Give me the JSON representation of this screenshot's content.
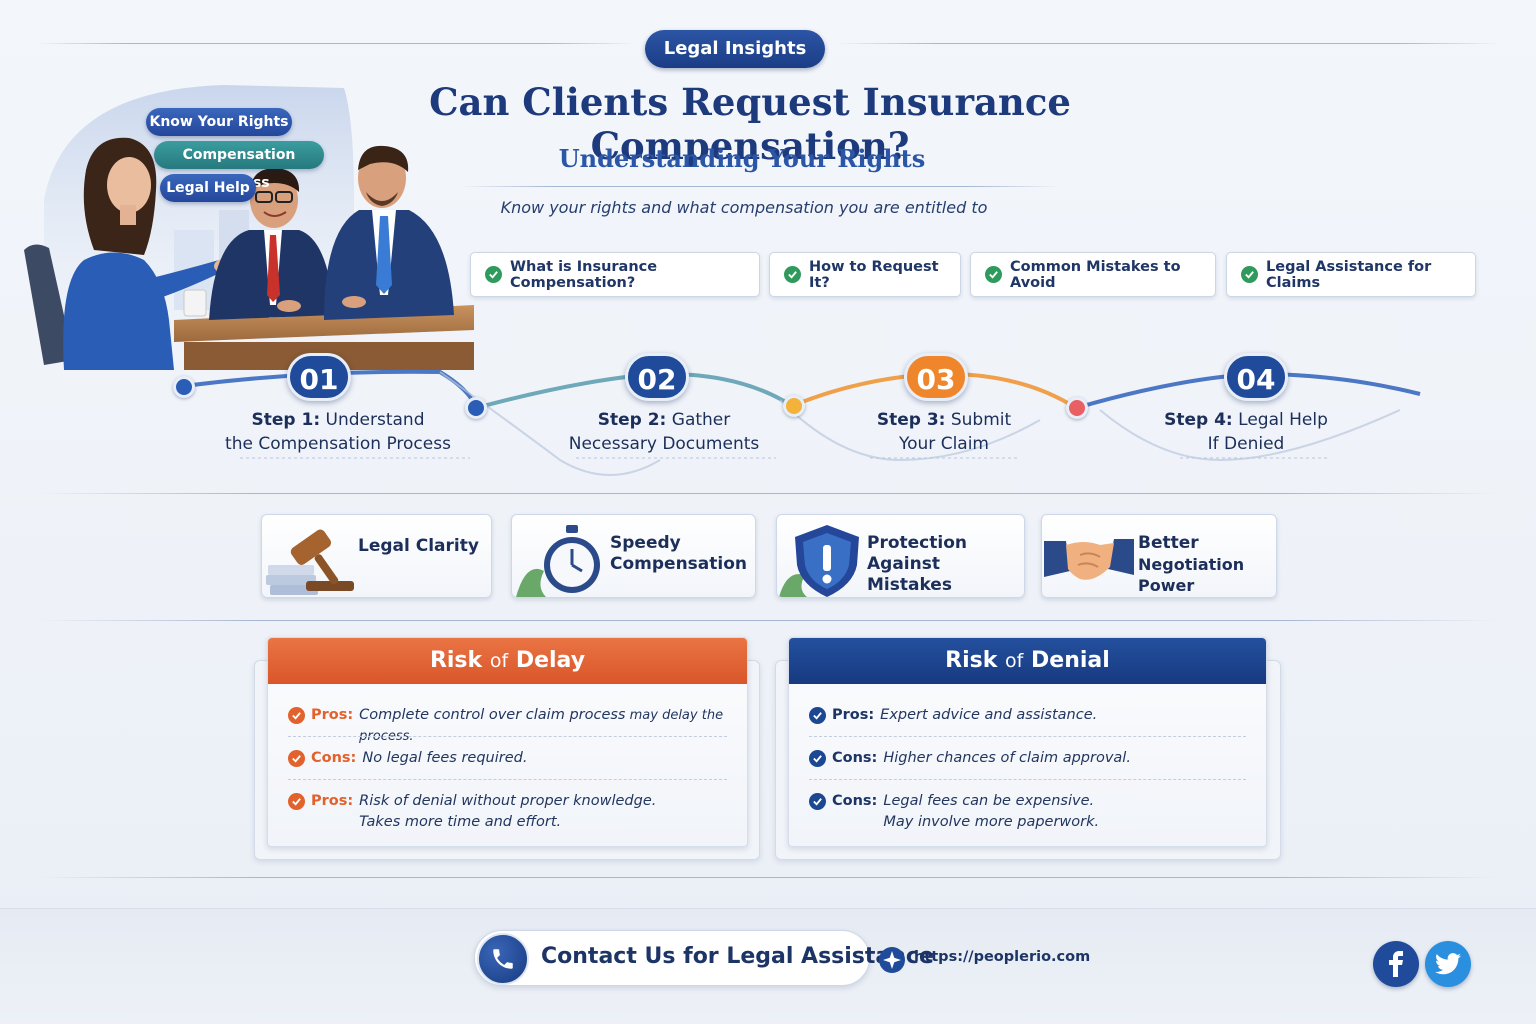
{
  "header": {
    "badge": "Legal Insights",
    "title": "Can Clients Request Insurance Compensation?",
    "subtitle": "Understanding Your Rights",
    "tagline": "Know your rights and what compensation you are entitled to"
  },
  "illustration": {
    "tags": [
      "Know Your Rights",
      "Compensation Process",
      "Legal Help"
    ]
  },
  "topics": [
    "What is Insurance Compensation?",
    "How to Request It?",
    "Common Mistakes to Avoid",
    "Legal Assistance for Claims"
  ],
  "steps": [
    {
      "num": "01",
      "label": "Step 1:",
      "line1": "Understand",
      "line2": "the Compensation Process",
      "color": "#1f4b9a"
    },
    {
      "num": "02",
      "label": "Step 2:",
      "line1": "Gather",
      "line2": "Necessary Documents",
      "color": "#1f4b9a"
    },
    {
      "num": "03",
      "label": "Step 3:",
      "line1": "Submit",
      "line2": "Your Claim",
      "color": "#f0862c"
    },
    {
      "num": "04",
      "label": "Step 4:",
      "line1": "Legal Help",
      "line2": "If Denied",
      "color": "#1f4b9a"
    }
  ],
  "benefits": [
    {
      "line1": "Legal Clarity",
      "line2": "",
      "icon": "gavel-icon"
    },
    {
      "line1": "Speedy",
      "line2": "Compensation",
      "icon": "stopwatch-icon"
    },
    {
      "line1": "Protection",
      "line2": "Against Mistakes",
      "icon": "shield-icon"
    },
    {
      "line1": "Better",
      "line2": "Negotiation Power",
      "icon": "handshake-icon"
    }
  ],
  "risk_delay": {
    "title_a": "Risk",
    "title_of": "of",
    "title_b": "Delay",
    "color": "#e2622d",
    "rows": [
      {
        "key": "Pros:",
        "text": "Complete control over claim process",
        "text_small": " may delay the process.",
        "text2": ""
      },
      {
        "key": "Cons:",
        "text": "No legal fees required.",
        "text_small": "",
        "text2": ""
      },
      {
        "key": "Pros:",
        "text": "Risk of denial without proper knowledge.",
        "text_small": "",
        "text2": "Takes more time and effort."
      }
    ]
  },
  "risk_denial": {
    "title_a": "Risk",
    "title_of": "of",
    "title_b": "Denial",
    "color": "#1c4792",
    "rows": [
      {
        "key": "Pros:",
        "text": "Expert advice and assistance.",
        "text2": ""
      },
      {
        "key": "Cons:",
        "text": "Higher chances of claim approval.",
        "text2": ""
      },
      {
        "key": "Cons:",
        "text": "Legal fees can be expensive.",
        "text2": "May involve more paperwork."
      }
    ]
  },
  "footer": {
    "contact": "Contact Us for Legal Assistance",
    "url": "https://peoplerio.com",
    "social": [
      "facebook-icon",
      "twitter-icon"
    ]
  }
}
